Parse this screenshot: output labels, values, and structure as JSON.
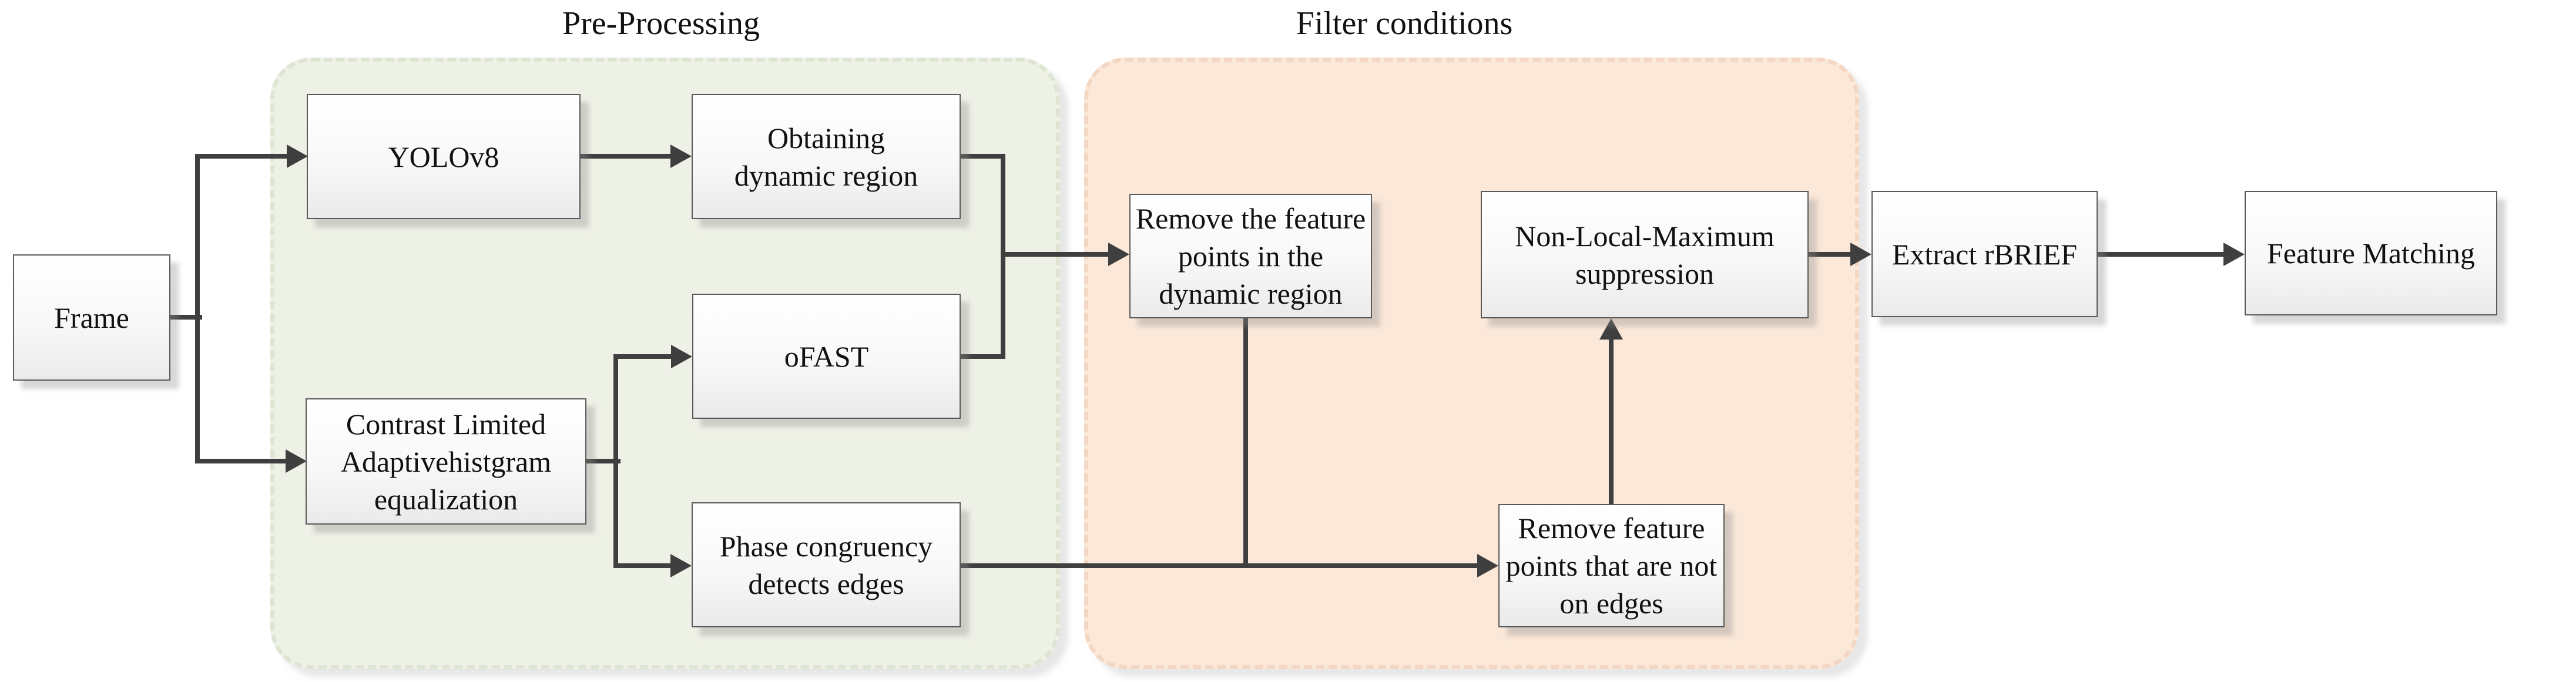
{
  "panels": {
    "preprocessing": {
      "title": "Pre-Processing",
      "fill_color": "#eef1e6",
      "dash_color": "#dfe5d3"
    },
    "filter": {
      "title": "Filter conditions",
      "fill_color": "#fbe8d9",
      "dash_color": "#f4d7c2"
    }
  },
  "nodes": {
    "frame": {
      "label": "Frame"
    },
    "yolo": {
      "label": "YOLOv8"
    },
    "obtaining": {
      "label": "Obtaining\ndynamic region"
    },
    "clahe": {
      "label": "Contrast Limited\nAdaptivehistgram\nequalization"
    },
    "ofast": {
      "label": "oFAST"
    },
    "phase": {
      "label": "Phase congruency\ndetects edges"
    },
    "remove_dynamic": {
      "label": "Remove the feature\npoints in the\ndynamic region"
    },
    "nlm": {
      "label": "Non-Local-Maximum\nsuppression"
    },
    "remove_edges": {
      "label": "Remove feature\npoints that are not\non edges"
    },
    "extract": {
      "label": "Extract rBRIEF"
    },
    "matching": {
      "label": "Feature Matching"
    }
  },
  "colors": {
    "arrow": "#3f3f3f",
    "box_border": "#5a5a5a",
    "background": "#ffffff"
  },
  "flow": {
    "edges": [
      "Frame -> YOLOv8",
      "Frame -> Contrast Limited Adaptivehistgram equalization",
      "YOLOv8 -> Obtaining dynamic region",
      "Contrast Limited Adaptivehistgram equalization -> oFAST",
      "Contrast Limited Adaptivehistgram equalization -> Phase congruency detects edges",
      "Obtaining dynamic region -> Remove the feature points in the dynamic region",
      "oFAST -> Remove the feature points in the dynamic region",
      "Phase congruency detects edges -> Remove feature points that are not on edges",
      "Remove the feature points in the dynamic region -> Remove feature points that are not on edges",
      "Remove feature points that are not on edges -> Non-Local-Maximum suppression",
      "Non-Local-Maximum suppression -> Extract rBRIEF",
      "Extract rBRIEF -> Feature Matching"
    ]
  }
}
